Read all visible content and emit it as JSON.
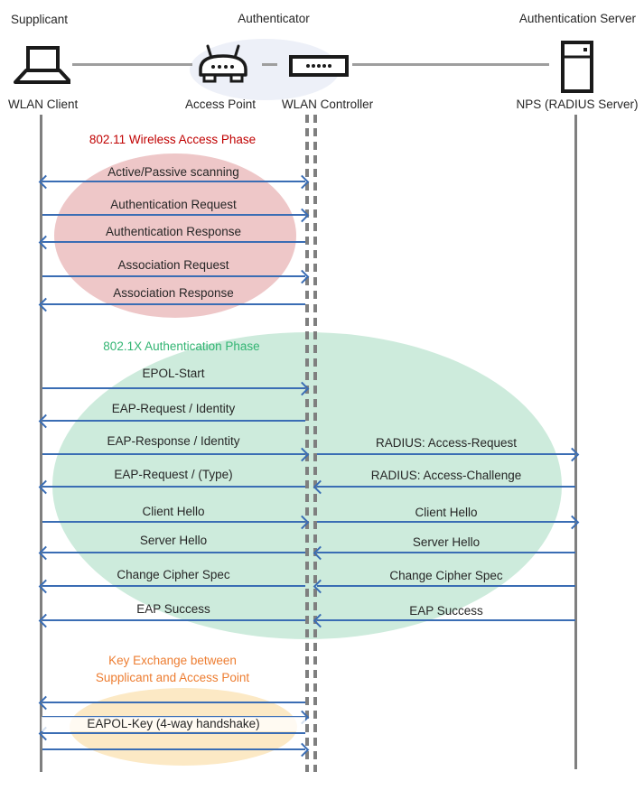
{
  "header": {
    "roles": [
      {
        "label": "Supplicant"
      },
      {
        "label": "Authenticator"
      },
      {
        "label": "Authentication Server"
      }
    ],
    "devices": [
      {
        "label": "WLAN Client",
        "icon": "laptop-icon"
      },
      {
        "label": "Access Point",
        "icon": "access-point-icon"
      },
      {
        "label": "WLAN Controller",
        "icon": "controller-icon"
      },
      {
        "label": "NPS (RADIUS Server)",
        "icon": "server-icon"
      }
    ]
  },
  "phases": [
    {
      "label": "802.11 Wireless Access Phase",
      "text_color": "#c00000",
      "ellipse_color": "#eec7c8"
    },
    {
      "label": "802.1X Authentication Phase",
      "text_color": "#33b573",
      "ellipse_color": "#cdebdc"
    },
    {
      "label": "Key Exchange between\nSupplicant and Access Point",
      "text_color": "#ed7d31",
      "ellipse_color": "#fce9c5"
    }
  ],
  "messages": {
    "client_controller": [
      {
        "label": "Active/Passive scanning",
        "direction": "both"
      },
      {
        "label": "Authentication Request",
        "direction": "right"
      },
      {
        "label": "Authentication Response",
        "direction": "left"
      },
      {
        "label": "Association Request",
        "direction": "right"
      },
      {
        "label": "Association Response",
        "direction": "left"
      },
      {
        "label": "EPOL-Start",
        "direction": "right"
      },
      {
        "label": "EAP-Request / Identity",
        "direction": "left"
      },
      {
        "label": "EAP-Response / Identity",
        "direction": "right"
      },
      {
        "label": "EAP-Request / (Type)",
        "direction": "left"
      },
      {
        "label": "Client Hello",
        "direction": "right"
      },
      {
        "label": "Server Hello",
        "direction": "left"
      },
      {
        "label": "Change Cipher Spec",
        "direction": "left"
      },
      {
        "label": "EAP Success",
        "direction": "left"
      },
      {
        "label": "",
        "direction": "left"
      },
      {
        "label": "",
        "direction": "right"
      },
      {
        "label": "EAPOL-Key (4-way handshake)",
        "direction": "left"
      },
      {
        "label": "",
        "direction": "right"
      }
    ],
    "controller_server": [
      {
        "label": "RADIUS: Access-Request",
        "direction": "right"
      },
      {
        "label": "RADIUS: Access-Challenge",
        "direction": "left"
      },
      {
        "label": "Client Hello",
        "direction": "right"
      },
      {
        "label": "Server Hello",
        "direction": "left"
      },
      {
        "label": "Change Cipher Spec",
        "direction": "left"
      },
      {
        "label": "EAP Success",
        "direction": "left"
      }
    ]
  },
  "colors": {
    "arrow": "#3a6db4",
    "lifeline": "#7f7f7f",
    "header_ellipse": "#edf0f8",
    "phase1_text": "#c00000",
    "phase2_text": "#33b573",
    "phase3_text": "#ed7d31"
  }
}
